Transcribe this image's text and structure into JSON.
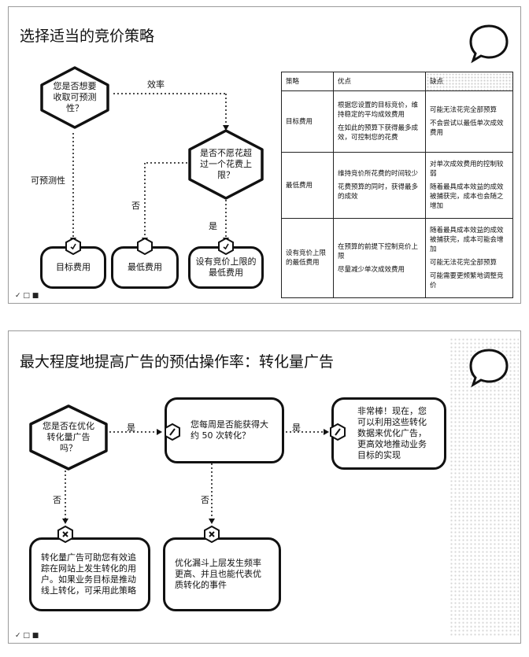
{
  "slide1": {
    "title": "选择适当的竞价策略",
    "q1": "您是否想要收取可预测性？",
    "q2": "是否不愿花超过一个花费上限？",
    "label_efficiency": "效率",
    "label_predictable": "可预测性",
    "label_no": "否",
    "label_yes": "是",
    "outcomes": [
      "目标费用",
      "最低费用",
      "设有竞价上限的最低费用"
    ],
    "table": {
      "headers": [
        "策略",
        "优点",
        "缺点"
      ],
      "rows": [
        {
          "name": "目标费用",
          "pros": [
            "根据您设置的目标竞价，维持稳定的平均成效费用",
            "在如此的预算下获得最多成效，可控制您的花费"
          ],
          "cons": [
            "可能无法花完全部预算",
            "不会尝试以最低单次成效费用"
          ]
        },
        {
          "name": "最低费用",
          "pros": [
            "维持竞价所花费的时间较少",
            "花费预算的同时，获得最多的成效"
          ],
          "cons": [
            "对单次成效费用的控制较弱",
            "随着最具成本效益的成效被捕获完，成本也会随之增加"
          ]
        },
        {
          "name": "设有竞价上限的最低费用",
          "pros": [
            "在预算的前提下控制竞价上限",
            "尽量减少单次成效费用"
          ],
          "cons": [
            "随着最具成本效益的成效被捕获完，成本可能会增加",
            "可能无法花完全部预算",
            "可能需要更频繁地调整竞价"
          ]
        }
      ]
    },
    "footer": "✓ □ ■"
  },
  "slide2": {
    "title": "最大程度地提高广告的预估操作率：转化量广告",
    "q1": "您是否在优化转化量广告吗？",
    "q2": "您每周是否能获得大约 50 次转化？",
    "q3": "非常棒！现在，您可以利用这些转化数据来优化广告，更高效地推动业务目标的实现",
    "label_yes": "是",
    "label_no": "否",
    "result1": "转化量广告可助您有效追踪在网站上发生转化的用户。如果业务目标是推动线上转化，可采用此策略",
    "result2": "优化漏斗上层发生频率更高、并且也能代表优质转化的事件",
    "footer": "✓ □ ■"
  },
  "colors": {
    "ink": "#111111",
    "dots": "#d6d6d6"
  }
}
